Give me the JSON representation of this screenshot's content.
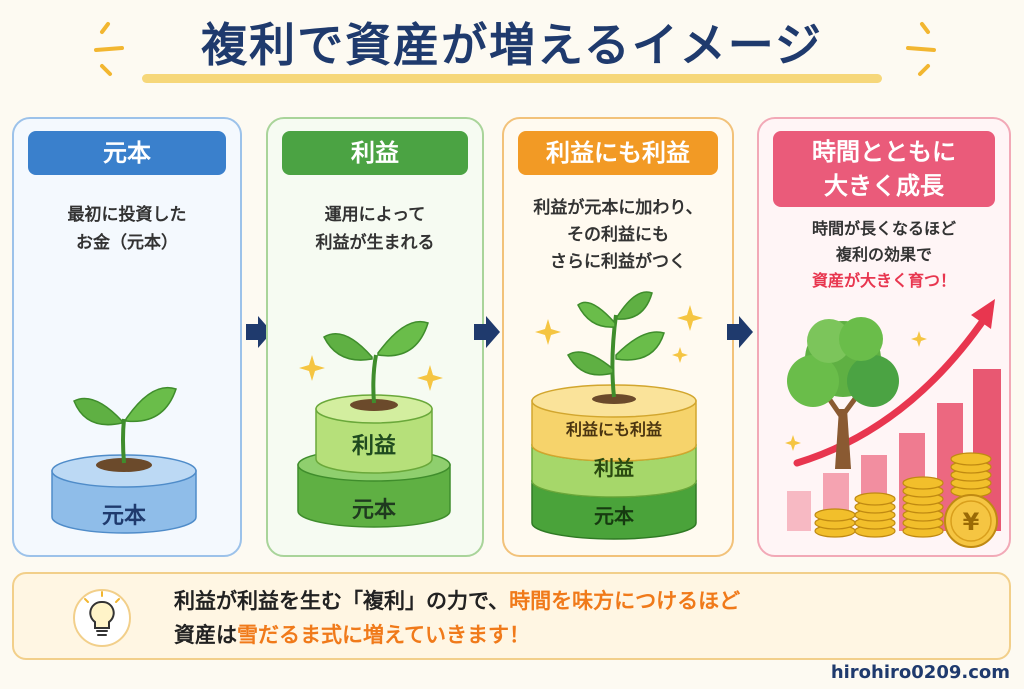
{
  "title": "複利で資産が増えるイメージ",
  "colors": {
    "title": "#1f3a6d",
    "blue": "#3a80cc",
    "green": "#4ba343",
    "orange": "#f29a25",
    "pink": "#ea5b7a",
    "highlight_red": "#e8364f",
    "highlight_orange": "#f07a1a"
  },
  "panels": [
    {
      "heading": "元本",
      "desc_lines": [
        "最初に投資した",
        "お金（元本）"
      ],
      "layers": [
        "元本"
      ],
      "icon": "sprout-on-disc-icon"
    },
    {
      "heading": "利益",
      "desc_lines": [
        "運用によって",
        "利益が生まれる"
      ],
      "layers": [
        "利益",
        "元本"
      ],
      "icon": "sprout-on-stack-icon"
    },
    {
      "heading": "利益にも利益",
      "desc_lines": [
        "利益が元本に加わり、",
        "その利益にも",
        "さらに利益がつく"
      ],
      "layers": [
        "利益にも利益",
        "利益",
        "元本"
      ],
      "icon": "plant-on-three-layer-stack-icon"
    },
    {
      "heading_lines": [
        "時間とともに",
        "大きく成長"
      ],
      "desc_lines": [
        "時間が長くなるほど",
        "複利の効果で"
      ],
      "desc_highlight": "資産が大きく育つ！",
      "icon": "tree-with-coins-and-growth-chart-icon",
      "coin_symbol": "¥"
    }
  ],
  "bottom": {
    "line1_pre": "利益が利益を生む「複利」の力で、",
    "line1_highlight": "時間を味方につけるほど",
    "line2_pre": "資産は",
    "line2_highlight": "雪だるま式に増えていきます！",
    "icon": "lightbulb-icon"
  },
  "site": "hirohiro0209.com"
}
